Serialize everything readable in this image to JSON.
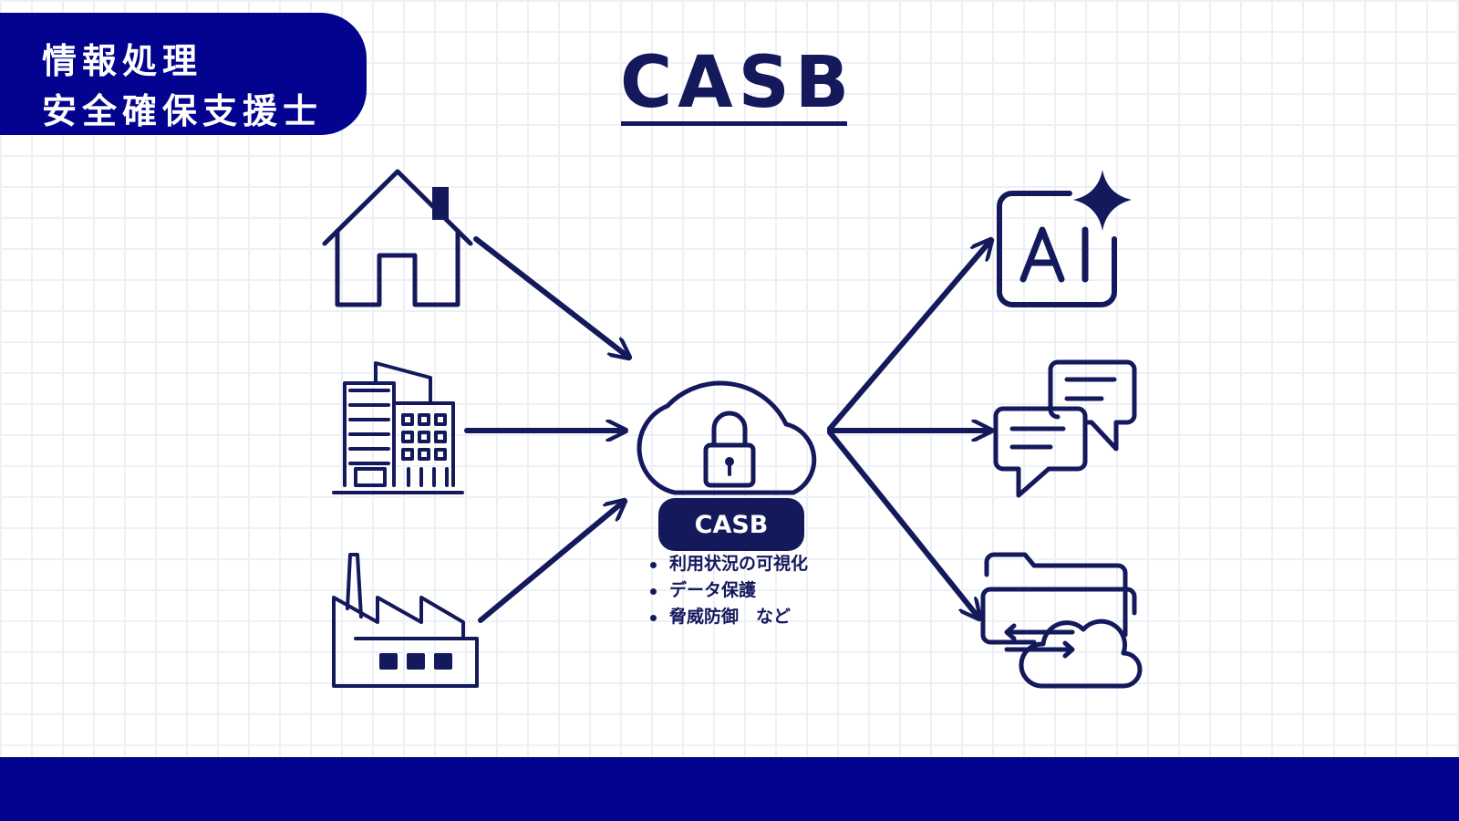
{
  "badge": {
    "line1": "情報処理",
    "line2": "安全確保支援士"
  },
  "title": "CASB",
  "hub": {
    "label": "CASB",
    "features": [
      "利用状況の可視化",
      "データ保護",
      "脅威防御　など"
    ]
  },
  "sources": [
    "home-icon",
    "office-building-icon",
    "factory-icon"
  ],
  "targets": [
    "ai-service-icon",
    "chat-service-icon",
    "cloud-storage-icon"
  ],
  "colors": {
    "navy": "#14195c",
    "brand": "#03038f",
    "grid": "#edf1f6"
  }
}
